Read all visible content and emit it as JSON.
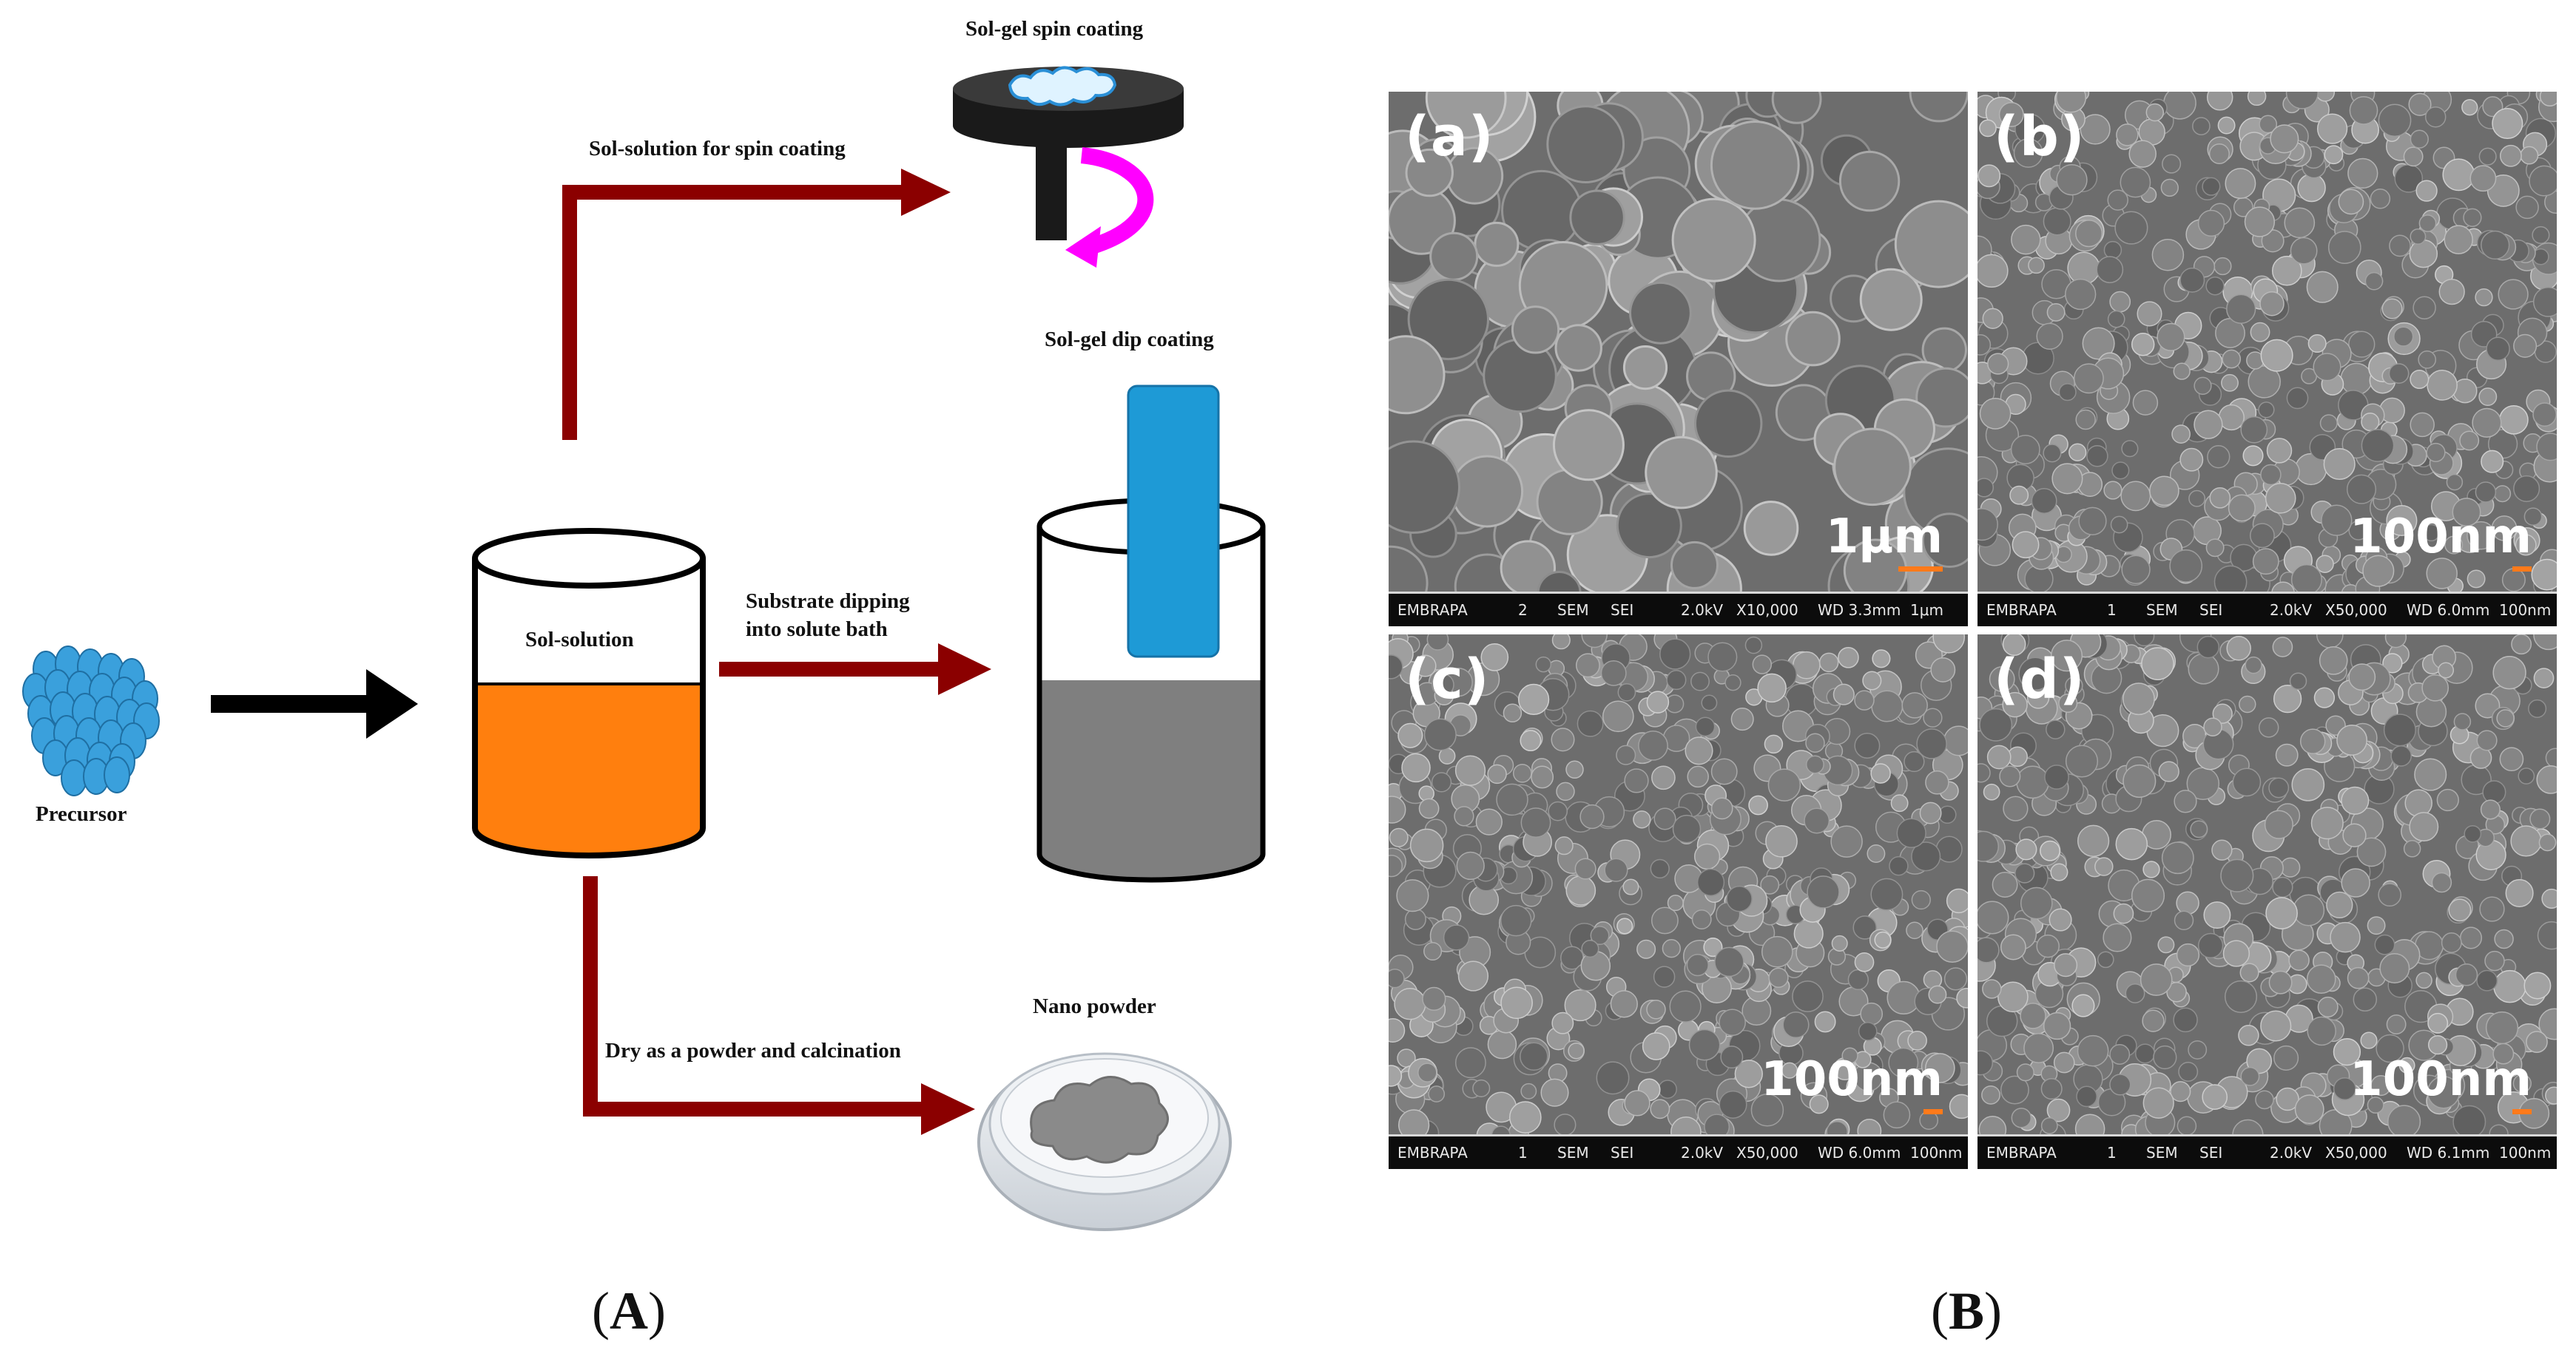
{
  "panel_a": {
    "caption_open": "(",
    "caption_letter": "A",
    "caption_close": ")",
    "labels": {
      "precursor": "Precursor",
      "sol_solution": "Sol-solution",
      "spin_path": "Sol-solution for spin coating",
      "spin_coating": "Sol-gel spin coating",
      "dip_coating": "Sol-gel dip coating",
      "dip_path_line1": "Substrate dipping",
      "dip_path_line2": "into solute bath",
      "powder_path": "Dry as a powder and calcination",
      "nano_powder": "Nano powder"
    },
    "colors": {
      "arrow_main": "#8b0000",
      "arrow_start": "#000000",
      "solution": "#ff7f0e",
      "substrate": "#1e9ad6",
      "bath": "#7f7f7f",
      "spin_arrow": "#ff00ff",
      "powder": "#8a8a8a",
      "precursor": "#3aa0dc"
    }
  },
  "panel_b": {
    "caption_open": "(",
    "caption_letter": "B",
    "caption_close": ")",
    "images": [
      {
        "tag": "(a)",
        "scale": "1μm",
        "info": {
          "org": "EMBRAPA",
          "num": "2",
          "mode": "SEM",
          "det": "SEI",
          "kv": "2.0kV",
          "mag": "X10,000",
          "wd": "WD 3.3mm",
          "bar": "1μm"
        }
      },
      {
        "tag": "(b)",
        "scale": "100nm",
        "info": {
          "org": "EMBRAPA",
          "num": "1",
          "mode": "SEM",
          "det": "SEI",
          "kv": "2.0kV",
          "mag": "X50,000",
          "wd": "WD 6.0mm",
          "bar": "100nm"
        }
      },
      {
        "tag": "(c)",
        "scale": "100nm",
        "info": {
          "org": "EMBRAPA",
          "num": "1",
          "mode": "SEM",
          "det": "SEI",
          "kv": "2.0kV",
          "mag": "X50,000",
          "wd": "WD 6.0mm",
          "bar": "100nm"
        }
      },
      {
        "tag": "(d)",
        "scale": "100nm",
        "info": {
          "org": "EMBRAPA",
          "num": "1",
          "mode": "SEM",
          "det": "SEI",
          "kv": "2.0kV",
          "mag": "X50,000",
          "wd": "WD 6.1mm",
          "bar": "100nm"
        }
      }
    ]
  }
}
